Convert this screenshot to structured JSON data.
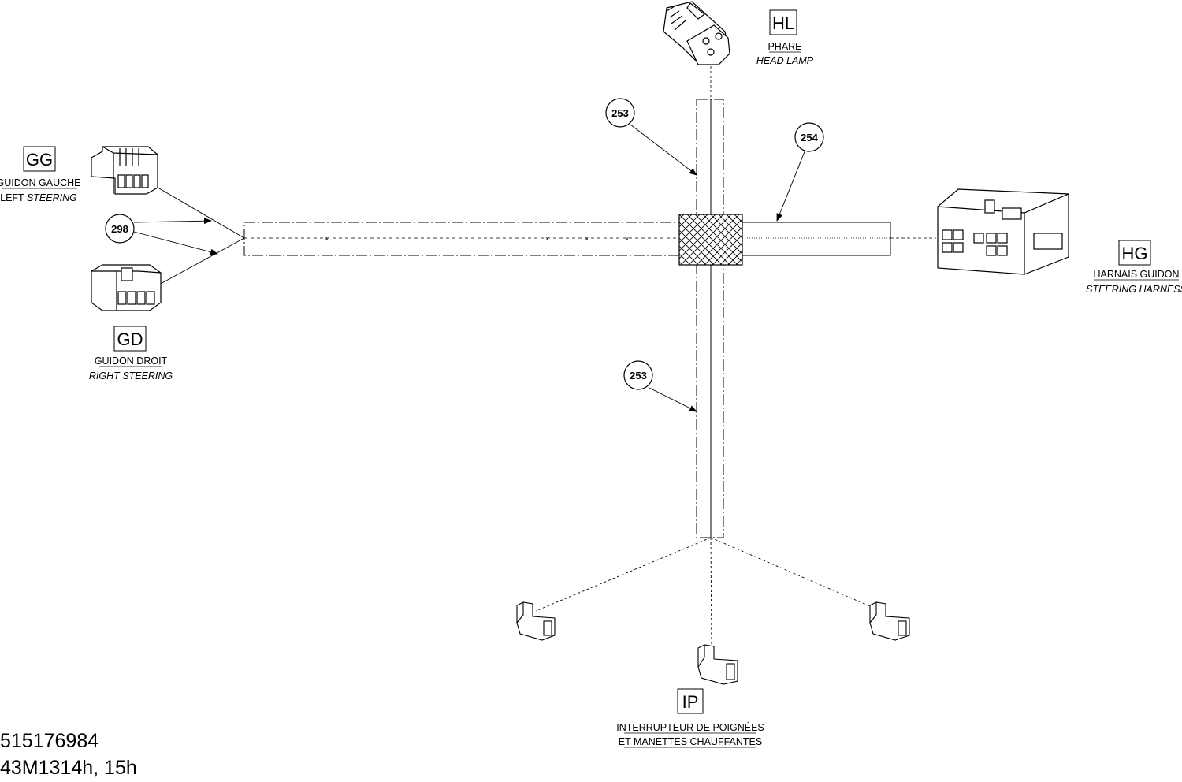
{
  "connectors": {
    "hl": {
      "code": "HL",
      "name_fr": "PHARE",
      "name_en": "HEAD LAMP"
    },
    "gg": {
      "code": "GG",
      "name_fr": "GUIDON GAUCHE",
      "name_en_plain": "LEFT",
      "name_en_italic": "STEERING"
    },
    "gd": {
      "code": "GD",
      "name_fr": "GUIDON DROIT",
      "name_en": "RIGHT STEERING"
    },
    "hg": {
      "code": "HG",
      "name_fr": "HARNAIS GUIDON",
      "name_en": "STEERING HARNESS"
    },
    "ip": {
      "code": "IP",
      "name_fr_line1": "INTERRUPTEUR DE POIGNÉES",
      "name_fr_line2": "ET MANETTES CHAUFFANTES"
    }
  },
  "callouts": {
    "c253_top": "253",
    "c254": "254",
    "c298": "298",
    "c253_bottom": "253"
  },
  "footer": {
    "part_number": "515176984",
    "drawing_ref": "43M1314h, 15h"
  }
}
